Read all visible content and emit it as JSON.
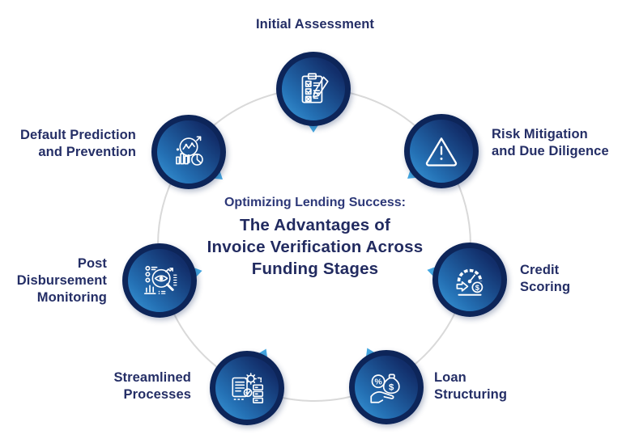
{
  "diagram": {
    "center": {
      "subtitle": "Optimizing Lending Success:",
      "title": "The Advantages of\nInvoice Verification Across\nFunding Stages"
    },
    "nodes": [
      {
        "id": "initial-assessment",
        "label": "Initial Assessment",
        "icon": "clipboard-checklist-icon"
      },
      {
        "id": "risk-mitigation-and-due-diligence",
        "label": "Risk Mitigation\nand Due Diligence",
        "icon": "warning-triangle-icon"
      },
      {
        "id": "credit-scoring",
        "label": "Credit\nScoring",
        "icon": "speedometer-dollar-icon"
      },
      {
        "id": "loan-structuring",
        "label": "Loan\nStructuring",
        "icon": "hand-money-percent-icon"
      },
      {
        "id": "streamlined-processes",
        "label": "Streamlined\nProcesses",
        "icon": "document-gear-workflow-icon"
      },
      {
        "id": "post-disbursement-monitoring",
        "label": "Post\nDisbursement\nMonitoring",
        "icon": "eye-magnifier-analytics-icon"
      },
      {
        "id": "default-prediction-and-prevention",
        "label": "Default Prediction\nand Prevention",
        "icon": "chart-magnifier-icon"
      }
    ],
    "colors": {
      "badge_ring": "#0d2559",
      "badge_grad_light": "#3b9bd9",
      "badge_grad_dark": "#122e6a",
      "tail": "#45a7e1",
      "label_text": "#242e66",
      "subtitle_text": "#2d3878",
      "title_text": "#222b60",
      "ring_line": "#d9d9d9",
      "bg": "#ffffff",
      "icon_stroke": "#ffffff"
    }
  }
}
